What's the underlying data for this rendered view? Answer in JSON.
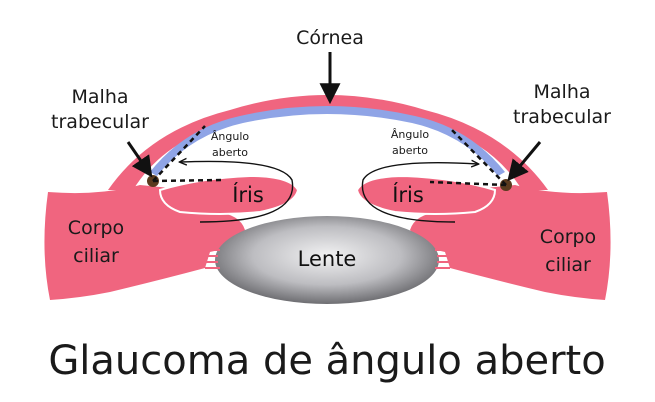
{
  "labels": {
    "cornea": "Córnea",
    "trabecular_left_1": "Malha",
    "trabecular_left_2": "trabecular",
    "trabecular_right_1": "Malha",
    "trabecular_right_2": "trabecular",
    "angle_left_1": "Ângulo",
    "angle_left_2": "aberto",
    "angle_right_1": "Ângulo",
    "angle_right_2": "aberto",
    "iris_left": "Íris",
    "iris_right": "Íris",
    "ciliary_left_1": "Corpo",
    "ciliary_left_2": "ciliar",
    "ciliary_right_1": "Corpo",
    "ciliary_right_2": "ciliar",
    "lens": "Lente"
  },
  "title": "Glaucoma de ângulo aberto",
  "colors": {
    "tissue": "#f0657f",
    "cornea_band": "#8fa4e6",
    "trabecular": "#5a3a1e",
    "lens_center": "#e6e6e8",
    "lens_edge": "#6e6e72"
  }
}
